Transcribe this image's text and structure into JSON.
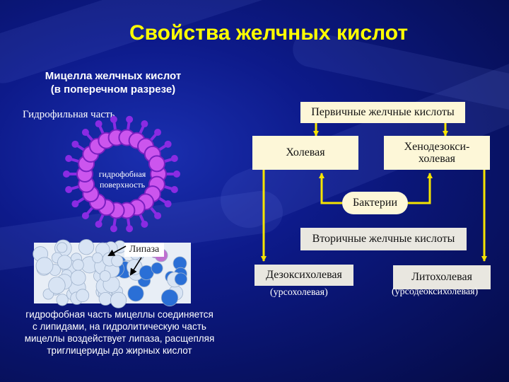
{
  "title": "Свойства желчных кислот",
  "micelle_caption": [
    "Мицелла желчных кислот",
    "(в поперечном разрезе)"
  ],
  "hydrophilic_label": "Гидрофильная часть",
  "hydrophobic_label": [
    "гидрофобная",
    "поверхность"
  ],
  "lipase_label": "Липаза",
  "bottom_text": [
    "гидрофобная часть мицеллы соединяется",
    "с липидами, на гидролитическую часть",
    "мицеллы воздействует липаза, расщепляя",
    "триглицериды до жирных кислот"
  ],
  "flow": {
    "primary": "Первичные желчные кислоты",
    "cholic": "Холевая",
    "chenodeoxy": [
      "Хенодезокси-",
      "холевая"
    ],
    "bacteria": "Бактерии",
    "secondary": "Вторичные желчные кислоты",
    "deoxycholic": "Дезоксихолевая",
    "ursocholic": "(урсохолевая)",
    "lithocholic": "Литохолевая",
    "ursodeoxycholic": "(урсодеоксихолевая)"
  },
  "colors": {
    "title": "#ffff00",
    "arrow": "#f5e400",
    "box_fill": "#fdf7d8",
    "micelle_head": "#8a2be2",
    "background": "#0d1a8a"
  }
}
